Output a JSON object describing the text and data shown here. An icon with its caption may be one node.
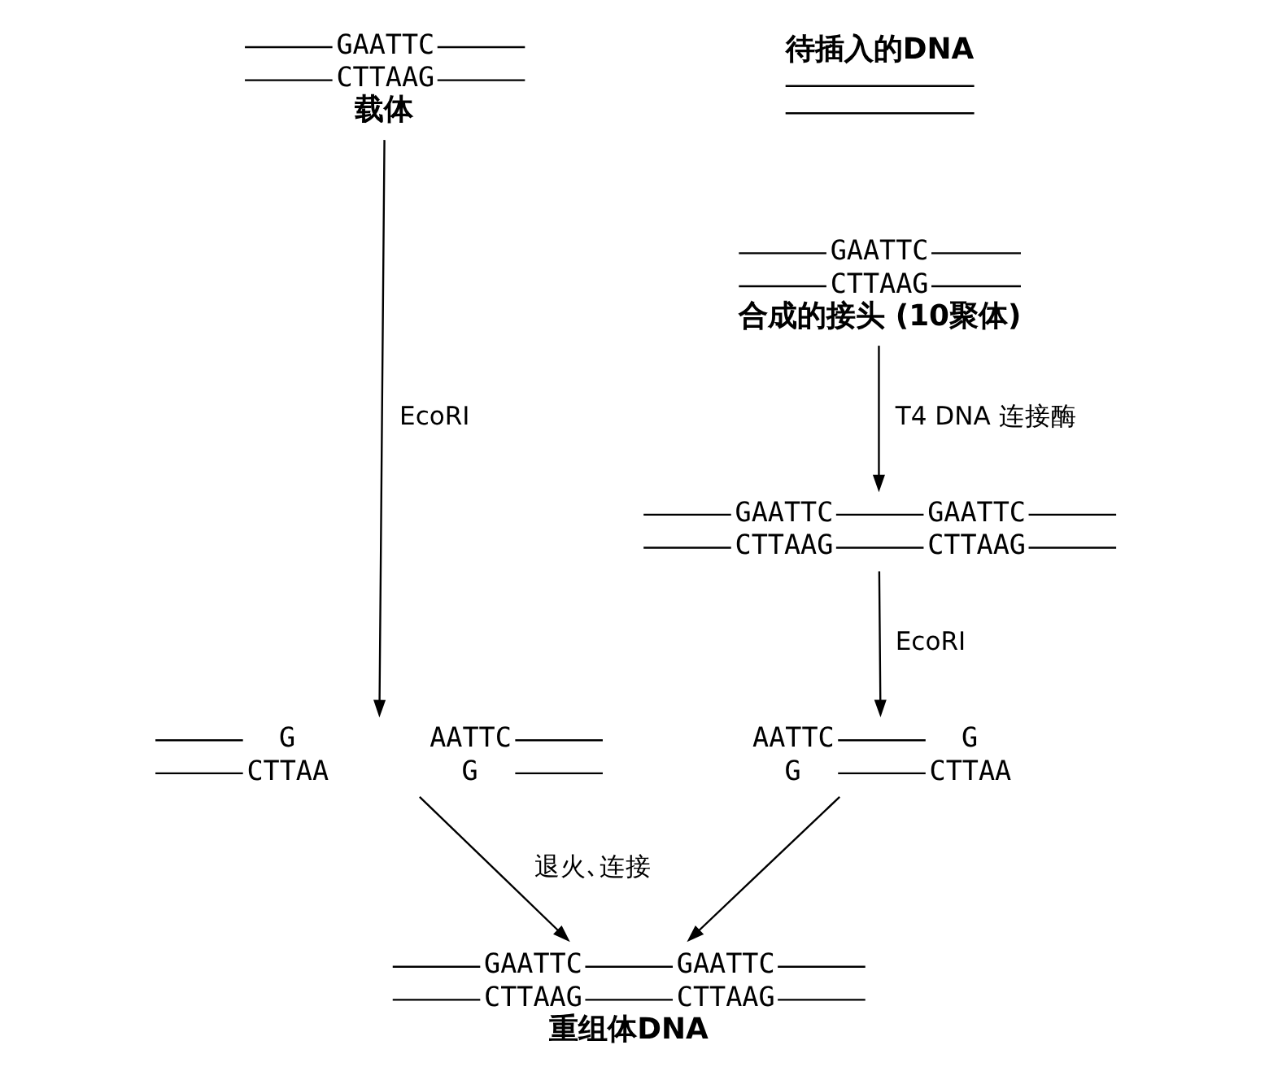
{
  "diagram": {
    "nodes": [
      {
        "text": [
          "GAATTC",
          "CTTAAG",
          "载体"
        ]
      },
      {
        "text": [
          "待插入的DNA"
        ]
      },
      {
        "text": [
          "GAATTC",
          "CTTAAG",
          "合成的接头 (10聚体)"
        ]
      },
      {
        "text": [
          "GAATTC",
          "GAATTC",
          "CTTAAG",
          "CTTAAG"
        ]
      },
      {
        "text": [
          "G",
          "AATTC",
          "CTTAA",
          "G"
        ]
      },
      {
        "text": [
          "AATTC",
          "G",
          "G",
          "CTTAA"
        ]
      },
      {
        "text": [
          "GAATTC",
          "GAATTC",
          "CTTAAG",
          "CTTAAG",
          "重组体DNA"
        ]
      }
    ],
    "edges": [
      {
        "from": 0,
        "to": 4,
        "arrow": "to",
        "label": "EcoRI"
      },
      {
        "from": 2,
        "to": 3,
        "arrow": "to",
        "label": "T4 DNA 连接酶"
      },
      {
        "from": 3,
        "to": 5,
        "arrow": "to",
        "label": "EcoRI"
      },
      {
        "from": 4,
        "to": 6,
        "arrow": "to",
        "label": "退火､连接"
      },
      {
        "from": 5,
        "to": 6,
        "arrow": "to"
      }
    ]
  }
}
